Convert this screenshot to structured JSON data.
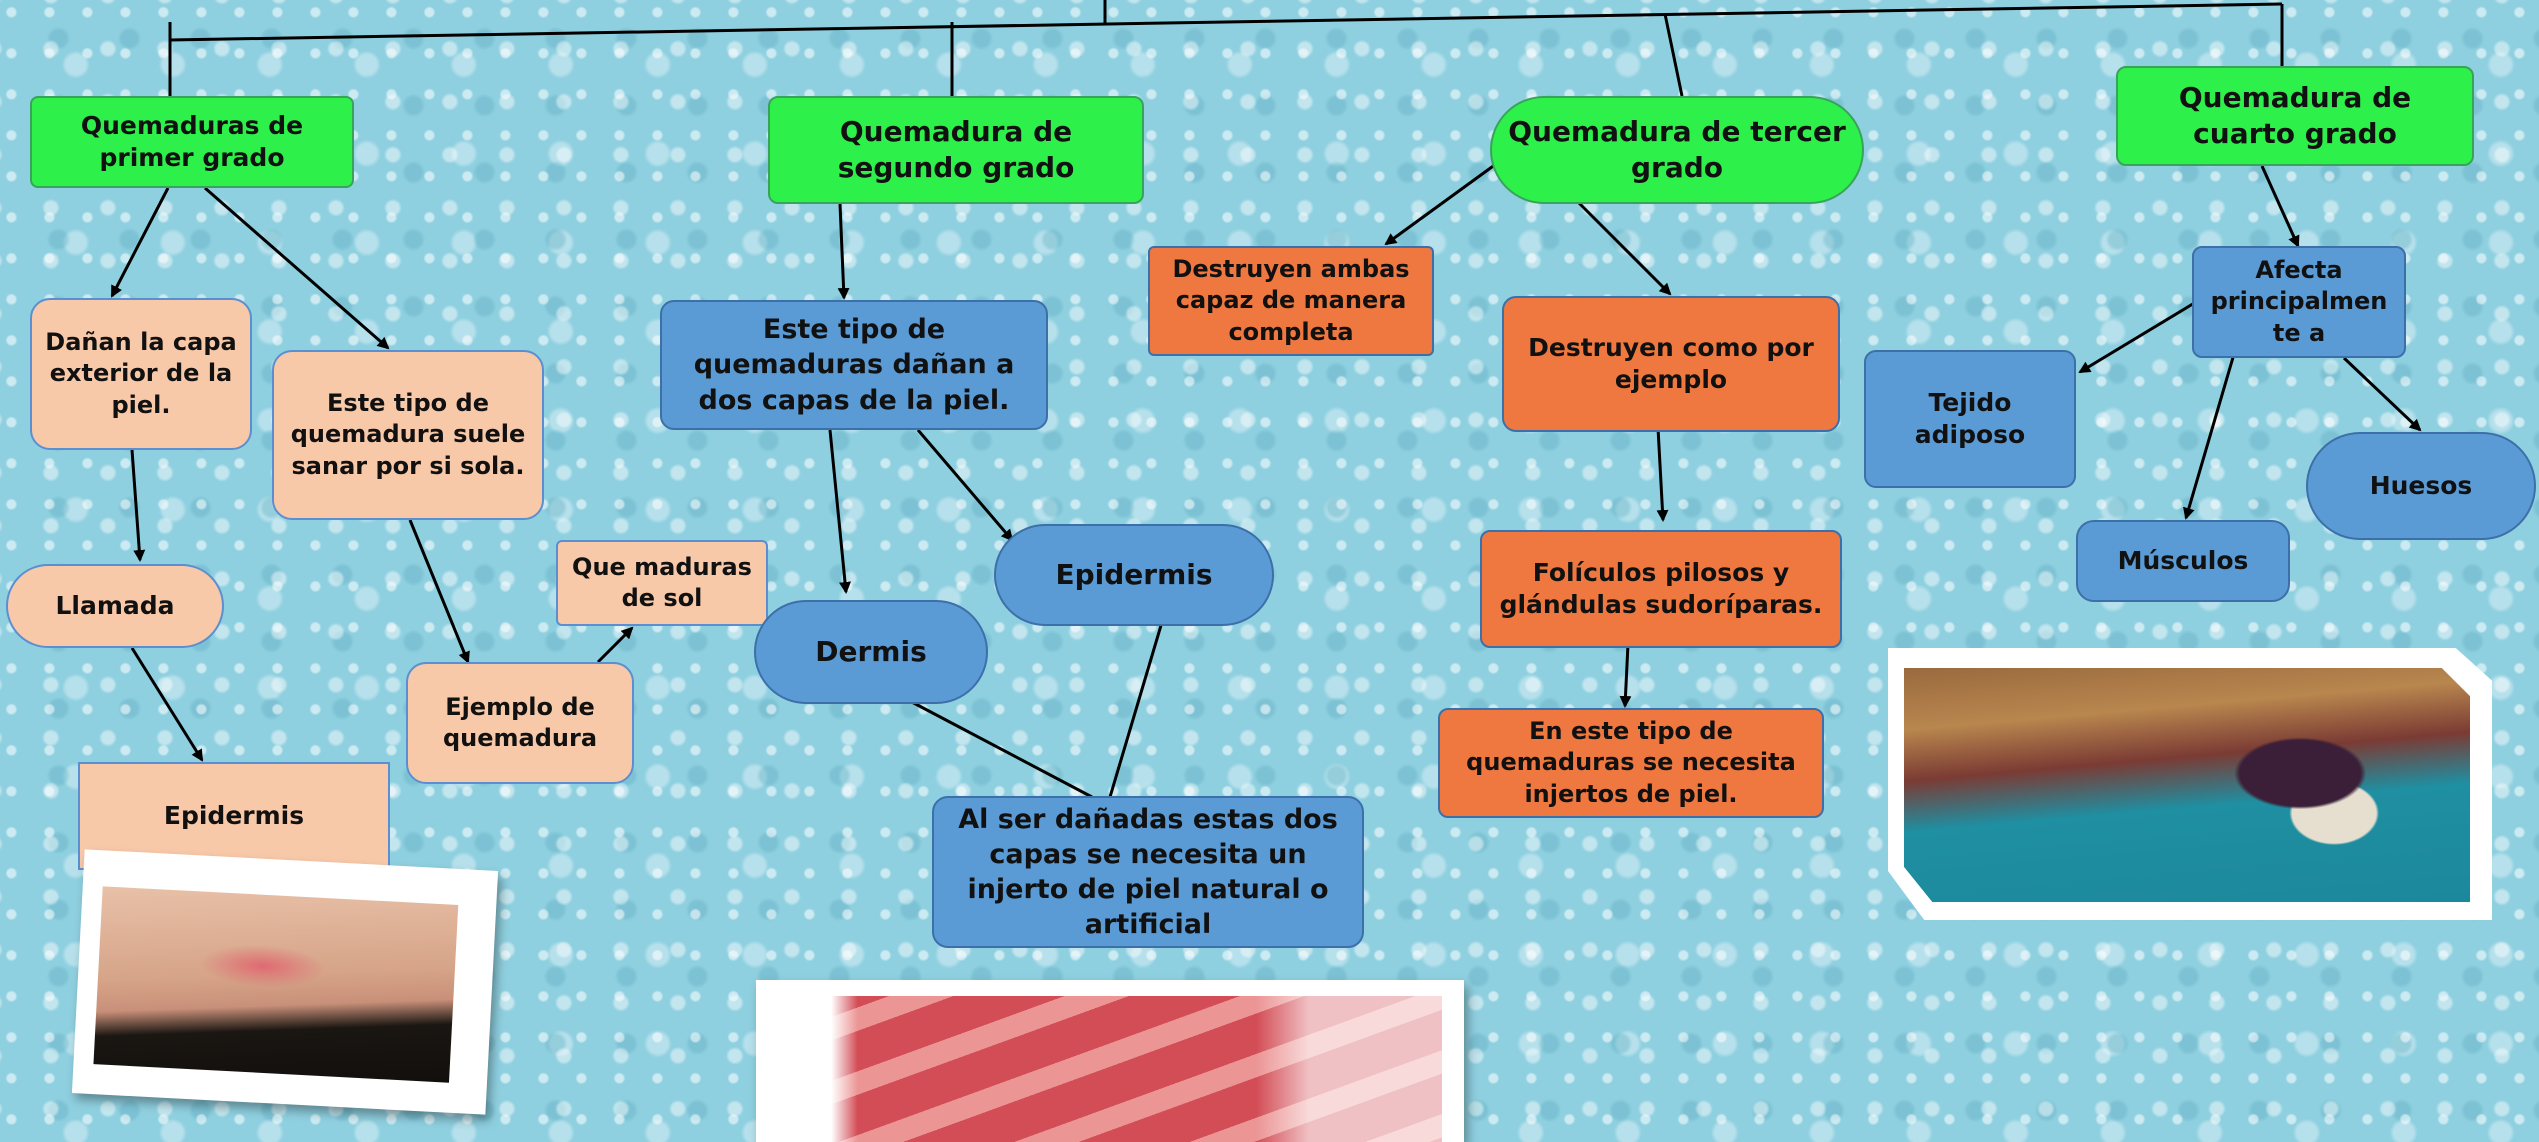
{
  "nodes": {
    "n1": "Quemaduras de primer grado",
    "n2": "Quemadura de segundo grado",
    "n3": "Quemadura de tercer grado",
    "n4": "Quemadura de cuarto grado",
    "p1": "Dañan la capa exterior de la piel.",
    "p2": "Este tipo de quemadura suele sanar por si sola.",
    "p3": "Llamada",
    "p4": "Que maduras de sol",
    "p5": "Ejemplo de quemadura",
    "p6": "Epidermis",
    "b1": "Este tipo de quemaduras dañan a dos capas de la piel.",
    "b2": "Epidermis",
    "b3": "Dermis",
    "b4": "Al ser dañadas estas dos capas se necesita un injerto de piel natural o artificial",
    "o1": "Destruyen ambas capaz de manera completa",
    "o2": "Destruyen como por ejemplo",
    "o3": "Folículos pilosos y glándulas sudoríparas.",
    "o4": "En este tipo de quemaduras se necesita injertos de piel.",
    "f1": "Afecta principalmen te a",
    "f2": "Tejido adiposo",
    "f3": "Huesos",
    "f4": "Músculos"
  },
  "colors": {
    "green": "#2ef04b",
    "peach": "#f8c9a9",
    "blue": "#5b9bd5",
    "orange": "#ef7840",
    "background": "#8fd0e0"
  },
  "photos": [
    "hand-burn-photo",
    "skin-graft-photo",
    "arm-burn-photo"
  ]
}
